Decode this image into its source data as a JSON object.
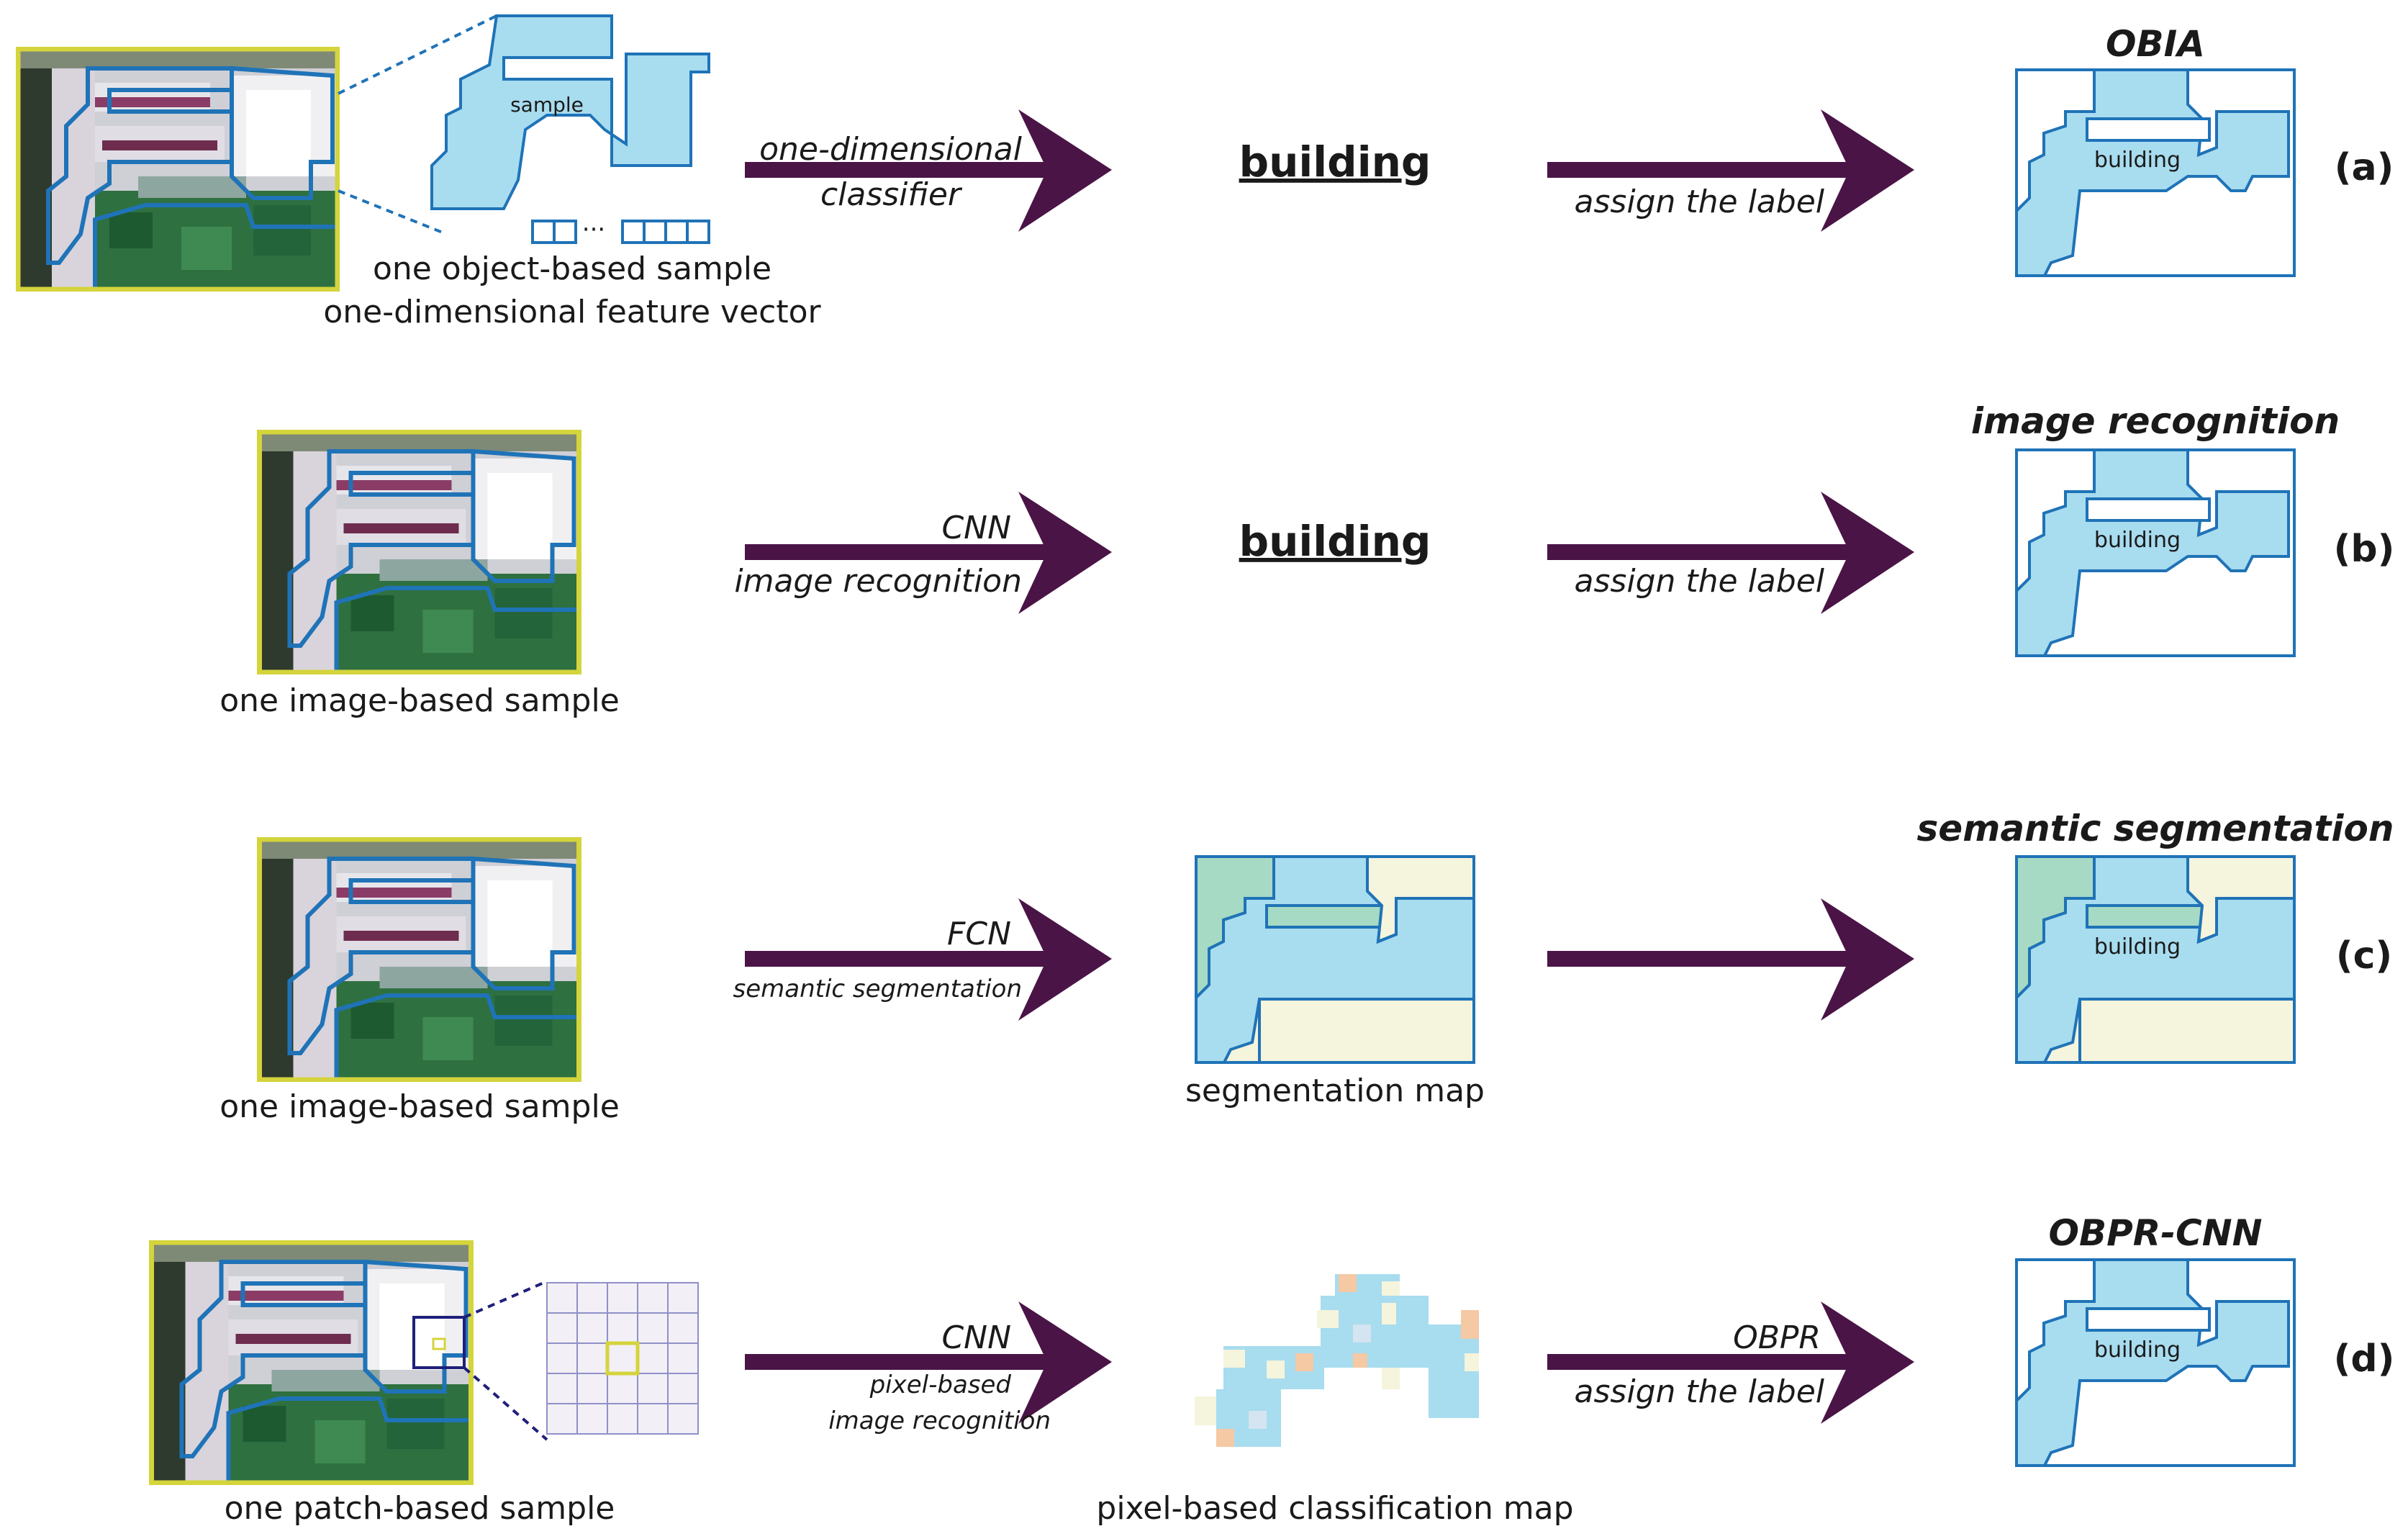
{
  "rows": {
    "a": {
      "tag": "(a)",
      "title": "OBIA",
      "sample_word": "sample",
      "caption1": "one object-based sample",
      "caption2": "one-dimensional feature vector",
      "arrow1_top": "one-dimensional",
      "arrow1_bottom": "classifier",
      "middle": "building",
      "arrow2_bottom": "assign the label",
      "result_label": "building"
    },
    "b": {
      "tag": "(b)",
      "title": "image recognition",
      "caption": "one image-based sample",
      "arrow1_top": "CNN",
      "arrow1_bottom": "image recognition",
      "middle": "building",
      "arrow2_bottom": "assign the label",
      "result_label": "building"
    },
    "c": {
      "tag": "(c)",
      "title": "semantic segmentation",
      "caption": "one image-based sample",
      "arrow1_top": "FCN",
      "arrow1_bottom": "semantic segmentation",
      "middle_caption": "segmentation map",
      "result_label": "building"
    },
    "d": {
      "tag": "(d)",
      "title": "OBPR-CNN",
      "caption": "one patch-based sample",
      "arrow1_top": "CNN",
      "arrow1_bottom1": "pixel-based",
      "arrow1_bottom2": "image recognition",
      "middle_caption": "pixel-based classification map",
      "arrow2_top": "OBPR",
      "arrow2_bottom": "assign the label",
      "result_label": "building"
    }
  },
  "colors": {
    "arrow": "#4a1446",
    "outline": "#1f73b7",
    "building_fill": "#a8dcef",
    "vegetation_fill": "#a6dac4",
    "ground_fill": "#f5f4dc",
    "image_frame": "#d4d43c",
    "patch_grid": "#9090c8"
  }
}
